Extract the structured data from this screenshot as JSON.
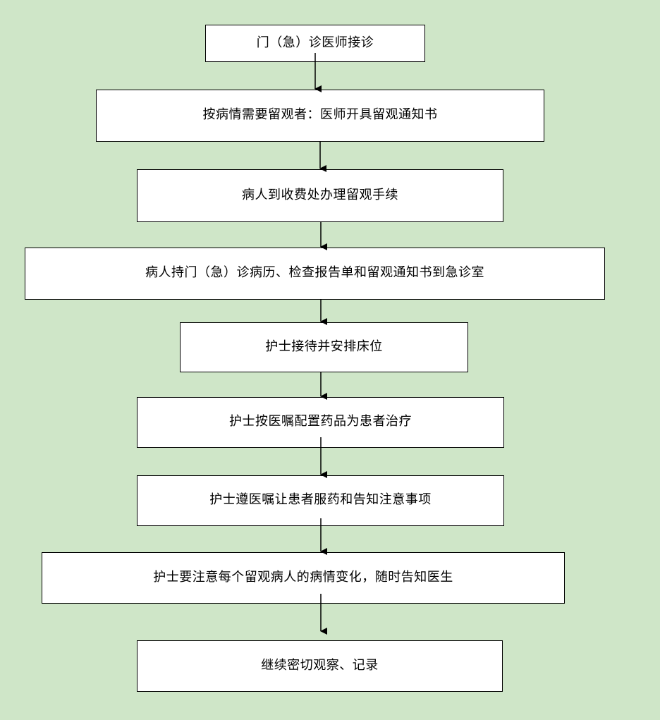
{
  "flowchart": {
    "steps": [
      "门（急）诊医师接诊",
      "按病情需要留观者：医师开具留观通知书",
      "病人到收费处办理留观手续",
      "病人持门（急）诊病历、检查报告单和留观通知书到急诊室",
      "护士接待并安排床位",
      "护士按医嘱配置药品为患者治疗",
      "护士遵医嘱让患者服药和告知注意事项",
      "护士要注意每个留观病人的病情变化，随时告知医生",
      "继续密切观察、记录"
    ]
  },
  "colors": {
    "background": "#cfe6c8",
    "box_fill": "#ffffff",
    "box_border": "#000000",
    "arrow": "#000000"
  }
}
